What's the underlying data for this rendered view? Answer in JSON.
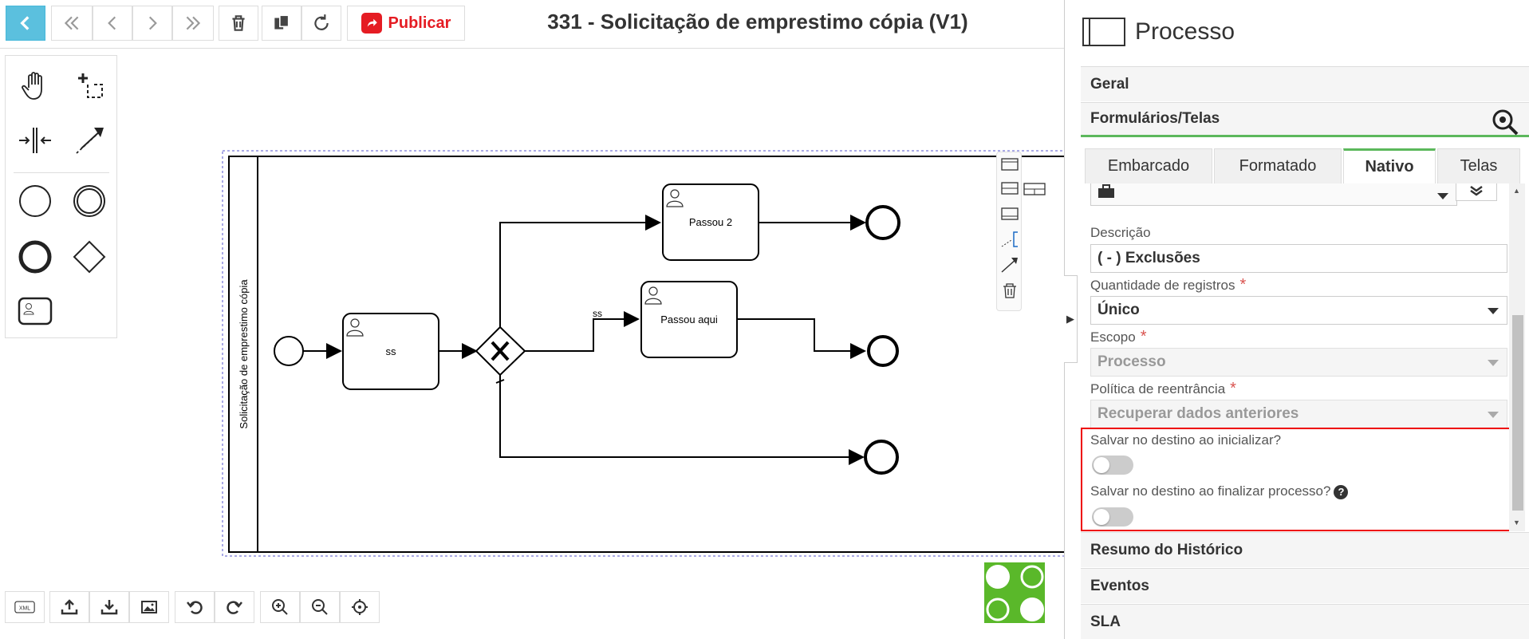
{
  "toolbar": {
    "publish_label": "Publicar",
    "title": "331 - Solicitação de emprestimo cópia (V1)"
  },
  "diagram": {
    "pool_label": "Solicitação de emprestimo cópia",
    "task_ss": "ss",
    "task_passou2": "Passou 2",
    "task_passou_aqui": "Passou aqui",
    "flow_label_ss": "ss"
  },
  "panel": {
    "title": "Processo",
    "sections": {
      "geral": "Geral",
      "forms": "Formulários/Telas",
      "resumo": "Resumo do Histórico",
      "eventos": "Eventos",
      "sla": "SLA"
    },
    "tabs": [
      "Embarcado",
      "Formatado",
      "Nativo",
      "Telas"
    ],
    "form": {
      "descricao_label": "Descrição",
      "descricao_value": "( - ) Exclusões",
      "qtd_label": "Quantidade de registros",
      "qtd_value": "Único",
      "escopo_label": "Escopo",
      "escopo_value": "Processo",
      "politica_label": "Política de reentrância",
      "politica_value": "Recuperar dados anteriores",
      "salvar_inicializar_label": "Salvar no destino ao inicializar?",
      "salvar_finalizar_label": "Salvar no destino ao finalizar processo?",
      "salvar_inicializar": false,
      "salvar_finalizar": false
    }
  },
  "colors": {
    "accent": "#5bc0de",
    "publish": "#e51c23",
    "tab_active": "#5cb85c",
    "highlight": "#e00000",
    "logo_green": "#5ab82a"
  }
}
